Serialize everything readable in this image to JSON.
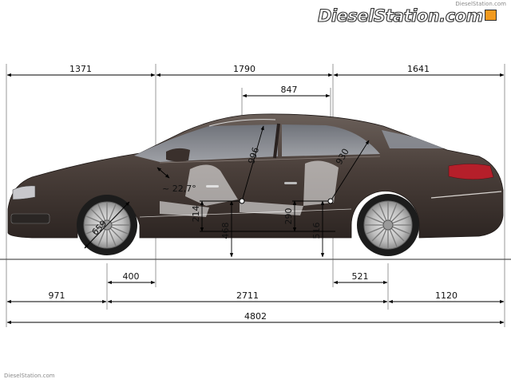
{
  "watermark": {
    "top": "DieselStation.com",
    "bottom": "DieselStation.com"
  },
  "logo": {
    "text": "DieselStation.com"
  },
  "dimensions": {
    "front_overhang": "1371",
    "cabin_length": "1790",
    "rear_overhang": "1641",
    "seat_spacing": "847",
    "front_headroom": "996",
    "rear_headroom": "930",
    "windshield_angle": "~ 22,7°",
    "front_seat_height": "214",
    "rear_seat_height": "290",
    "front_hip_height": "468",
    "rear_hip_height": "516",
    "wheel_diameter": "659",
    "front_axle_to_pillar": "400",
    "rear_axle_to_seat": "521",
    "front_overhang_body": "971",
    "wheelbase": "2711",
    "rear_overhang_body": "1120",
    "overall_length": "4802"
  },
  "colors": {
    "body": "#4a3f3a",
    "line": "#000000",
    "glass": "#8b8e96"
  }
}
